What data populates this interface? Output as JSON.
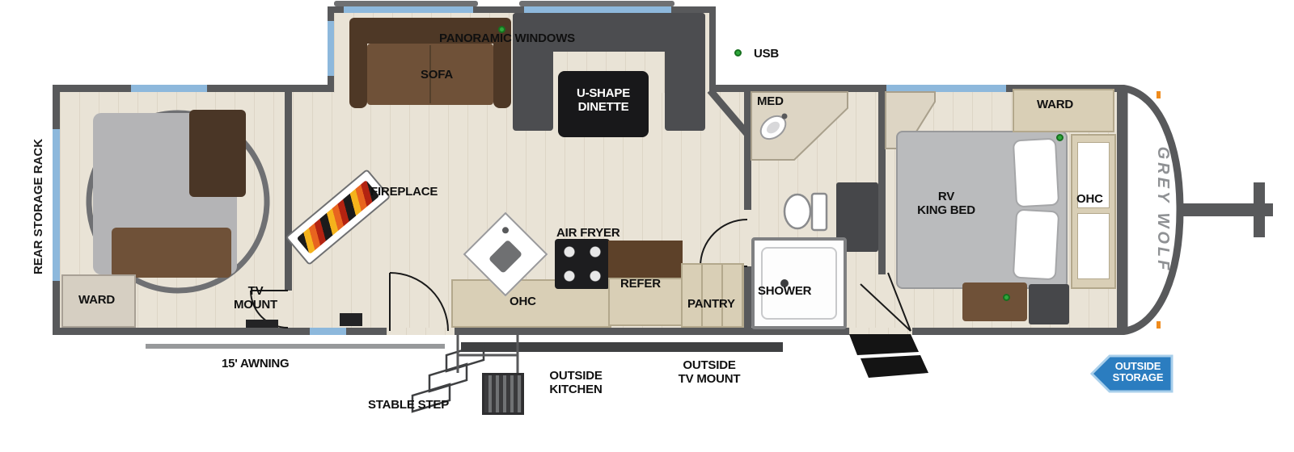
{
  "brand_logo": "GREY WOLF",
  "exterior": {
    "rear_storage_rack": "REAR STORAGE RACK",
    "awning": "15' AWNING",
    "outside_tv_mount_lines": [
      "OUTSIDE",
      "TV MOUNT"
    ],
    "outside_kitchen_lines": [
      "OUTSIDE",
      "KITCHEN"
    ],
    "stable_step": "STABLE STEP",
    "outside_storage_lines": [
      "OUTSIDE",
      "STORAGE"
    ],
    "usb": "USB"
  },
  "living_area": {
    "panoramic_windows": "PANORAMIC WINDOWS",
    "sofa": "SOFA",
    "dinette_lines": [
      "U-SHAPE",
      "DINETTE"
    ],
    "fireplace": "FIREPLACE"
  },
  "kitchen": {
    "air_fryer": "AIR FRYER",
    "ohc": "OHC",
    "refer": "REFER",
    "pantry": "PANTRY"
  },
  "bathroom": {
    "med": "MED",
    "shower": "SHOWER"
  },
  "front_bedroom": {
    "bed_lines": [
      "RV",
      "KING BED"
    ],
    "ward": "WARD",
    "ohc": "OHC"
  },
  "rear_bedroom": {
    "ward": "WARD",
    "tv_mount_lines": [
      "TV",
      "MOUNT"
    ]
  },
  "colors": {
    "wall": "#58595b",
    "floor": "#e9e3d6",
    "window_blue": "#8db8dc",
    "usb_green": "#2fa83c",
    "storage_badge_blue": "#2b7dc0",
    "furniture_brown": "#6f5138",
    "flame_orange": "#f08019"
  }
}
